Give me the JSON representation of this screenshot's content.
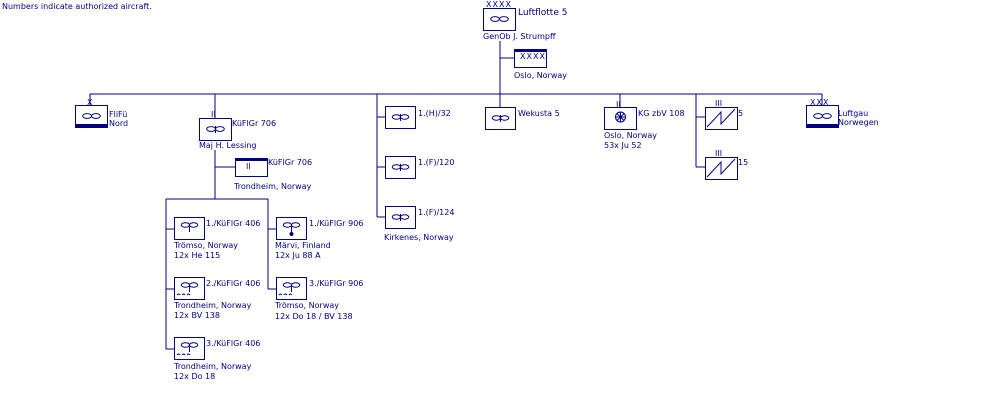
{
  "note": "Numbers indicate authorized aircraft.",
  "colors": {
    "line": "#000080",
    "fill": "#ffffff"
  },
  "hq": {
    "name": "Luftflotte 5",
    "rank_mark": "XXXX",
    "commander": "GenOb  J. Strumpff",
    "hq_label": "XXXX",
    "location": "Oslo, Norway"
  },
  "units": {
    "flifu": {
      "name": "FliFü\nNord",
      "rank_mark": "X"
    },
    "kufl706": {
      "name": "KüFlGr 706",
      "rank_mark": "II",
      "commander": "Maj  H. Lessing",
      "hq_name": "KüFlGr 706",
      "hq_rank": "II",
      "location": "Trondheim, Norway"
    },
    "k1_406": {
      "name": "1./KüFlGr 406",
      "loc": "Trömso, Norway",
      "ac": "12x He 115"
    },
    "k2_406": {
      "name": "2./KüFlGr 406",
      "loc": "Trondheim, Norway",
      "ac": "12x BV 138"
    },
    "k3_406": {
      "name": "3./KüFlGr 406",
      "loc": "Trondheim, Norway",
      "ac": "12x Do 18"
    },
    "k1_906": {
      "name": "1./KüFlGr 906",
      "loc": "Märvi, Finland",
      "ac": "12x Ju 88 A"
    },
    "k3_906": {
      "name": "3./KüFlGr 906",
      "loc": "Trömso, Norway",
      "ac": "12x Do 18 / BV 138"
    },
    "h32": {
      "name": "1.(H)/32"
    },
    "f120": {
      "name": "1.(F)/120"
    },
    "f124": {
      "name": "1.(F)/124",
      "loc": "Kirkenes, Norway"
    },
    "wekusta": {
      "name": "Wekusta 5"
    },
    "kgzbv": {
      "name": "KG zbV 108",
      "rank_mark": "II",
      "loc": "Oslo, Norway",
      "ac": "53x Ju 52"
    },
    "reg5": {
      "name": "5",
      "rank_mark": "III"
    },
    "reg15": {
      "name": "15",
      "rank_mark": "III"
    },
    "luftgau": {
      "name": "Luftgau\nNorwegen",
      "rank_mark": "XXX"
    }
  }
}
